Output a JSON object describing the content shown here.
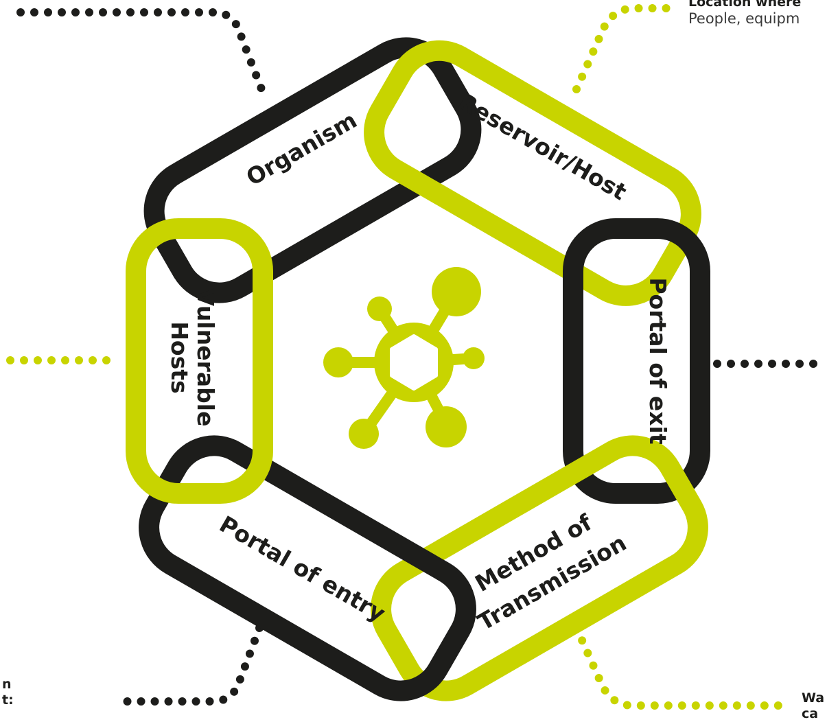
{
  "colors": {
    "dark": "#1d1d1b",
    "accent": "#c8d400",
    "background": "#ffffff"
  },
  "center_icon": "virus-molecule-icon",
  "links": {
    "organism": {
      "label": "Organism"
    },
    "reservoir_host": {
      "label": "Reservoir/Host"
    },
    "portal_of_exit": {
      "label": "Portal of exit"
    },
    "method_of_transmission": {
      "line1": "Method of",
      "line2": "Transmission"
    },
    "portal_of_entry": {
      "label": "Portal of entry"
    },
    "vulnerable_hosts": {
      "line1": "Vulnerable",
      "line2": "Hosts"
    }
  },
  "edge_text": {
    "top_right_bold": "Location where",
    "top_right_regular": "People, equipm",
    "bottom_left_line1": "n",
    "bottom_left_line2": "t:",
    "bottom_right_line1": "Wa",
    "bottom_right_line2": "ca"
  }
}
